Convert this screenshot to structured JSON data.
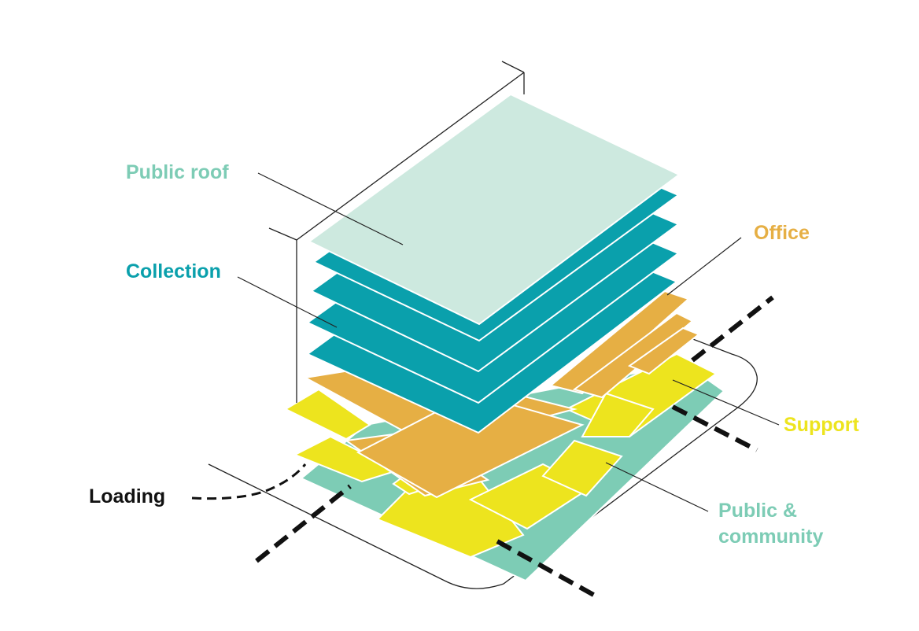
{
  "colors": {
    "public_roof": "#cde9df",
    "collection": "#0aa0ac",
    "office": "#e6af44",
    "support": "#ede41e",
    "public_community": "#7dccb5",
    "loading": "#111111",
    "linework": "#222222"
  },
  "labels": {
    "public_roof": "Public roof",
    "collection": "Collection",
    "office": "Office",
    "support": "Support",
    "public_community_line1": "Public &",
    "public_community_line2": "community",
    "loading": "Loading"
  },
  "layers": [
    {
      "name": "Public & community",
      "color": "#7dccb5"
    },
    {
      "name": "Support",
      "color": "#ede41e"
    },
    {
      "name": "Office",
      "color": "#e6af44"
    },
    {
      "name": "Collection",
      "color": "#0aa0ac",
      "slabs": 4
    },
    {
      "name": "Public roof",
      "color": "#cde9df"
    }
  ]
}
